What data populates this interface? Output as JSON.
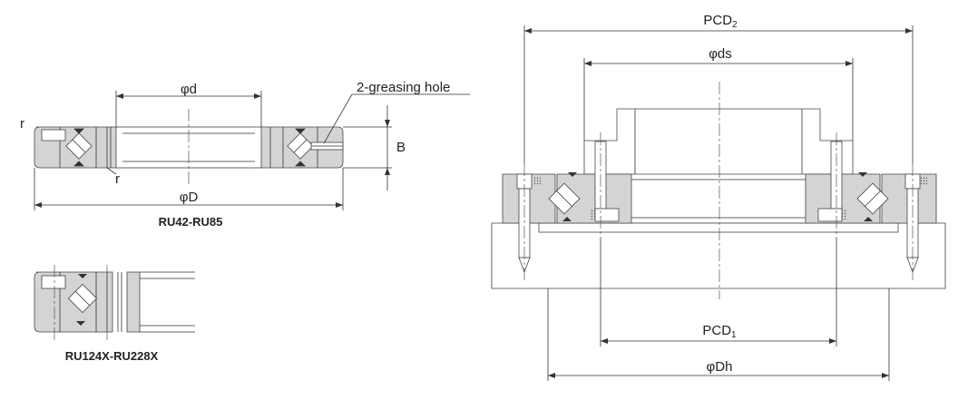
{
  "small_bearing": {
    "inner_diameter_label": "φd",
    "greasing_hole_label": "2-greasing hole",
    "width_label": "B",
    "radius_label_top": "r",
    "radius_label_bottom": "r",
    "outer_diameter_label": "φD",
    "caption": "RU42-RU85"
  },
  "large_bearing": {
    "caption": "RU124X-RU228X"
  },
  "mounting": {
    "pcd2_main": "PCD",
    "pcd2_sub": "2",
    "ds_label": "φds",
    "pcd1_main": "PCD",
    "pcd1_sub": "1",
    "dh_label": "φDh"
  }
}
